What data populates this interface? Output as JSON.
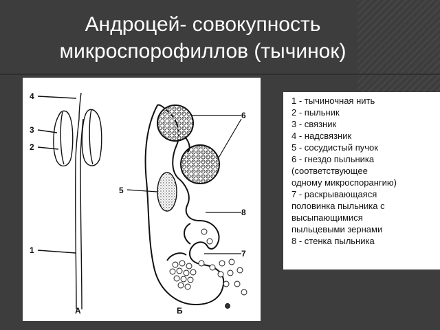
{
  "slide": {
    "title_line1": "Андроцей- совокупность",
    "title_line2": "микроспорофиллов (тычинок)"
  },
  "figure": {
    "panel_a_label": "А",
    "panel_b_label": "Б",
    "callouts_a": [
      "4",
      "3",
      "2",
      "1"
    ],
    "callouts_b": [
      "6",
      "5",
      "8",
      "7"
    ]
  },
  "legend": {
    "items": [
      "1 - тычиночная нить",
      "2 - пыльник",
      "3 - связник",
      "4 - надсвязник",
      "5 - сосудистый пучок",
      "6 - гнездо пыльника",
      "(соответствующее",
      "одному микроспорангию)",
      "7 - раскрывающаяся",
      "половинка пыльника с",
      "высыпающимися",
      "пыльцевыми зернами",
      "8 - стенка пыльника"
    ]
  },
  "colors": {
    "background": "#3d3d3d",
    "panel": "#ffffff",
    "title_text": "#ffffff",
    "ink": "#111111"
  }
}
